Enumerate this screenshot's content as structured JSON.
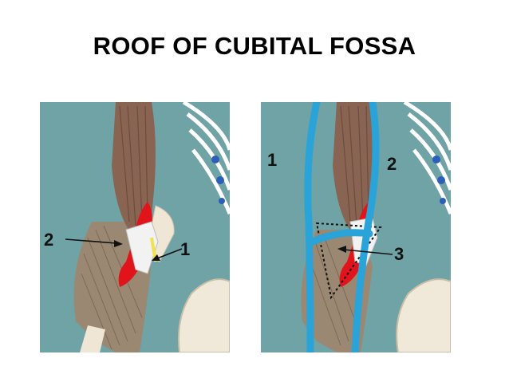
{
  "title": "ROOF OF CUBITAL FOSSA",
  "colors": {
    "background": "#6fa3a5",
    "muscle": "#8a6452",
    "artery": "#e0141a",
    "vein": "#2aa4d8",
    "bone": "#f2ece0",
    "nerve": "#f2e24a"
  },
  "panels": [
    {
      "labels": [
        "2",
        "1"
      ]
    },
    {
      "labels": [
        "1",
        "2",
        "3"
      ]
    }
  ]
}
